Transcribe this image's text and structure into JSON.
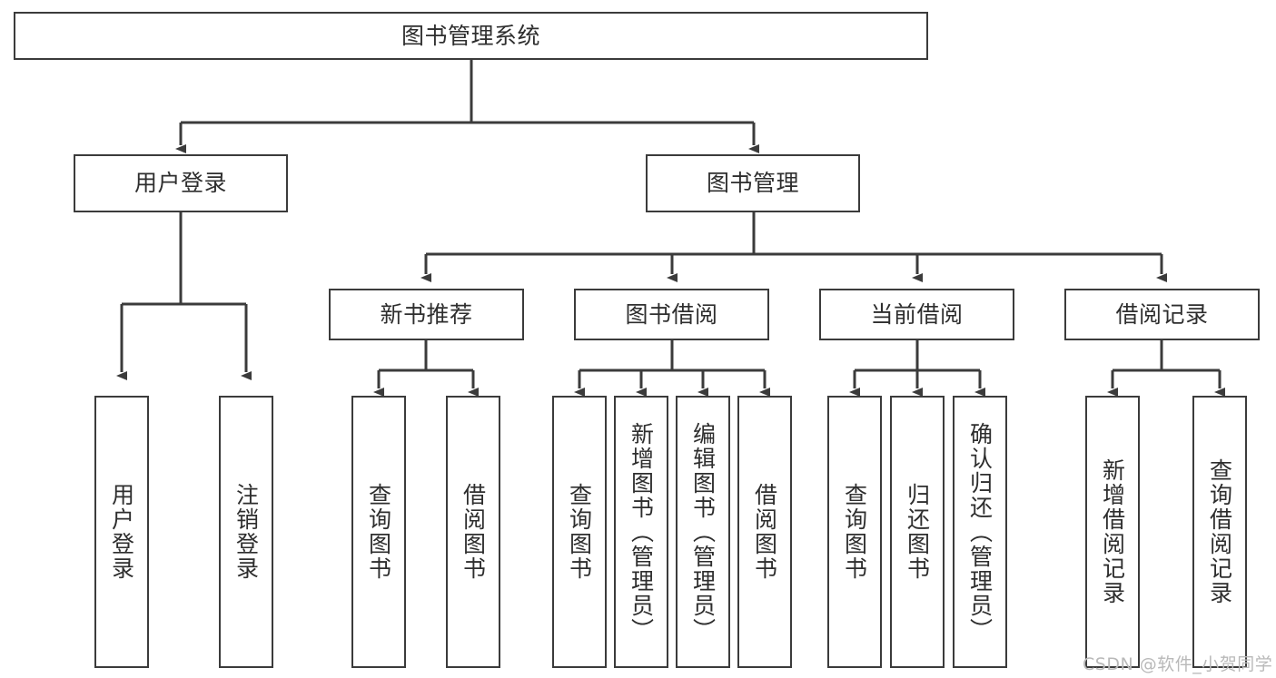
{
  "diagram": {
    "title": "图书管理系统",
    "type": "tree-structure-chart",
    "watermark": "CSDN @软件_小贺同学",
    "colors": {
      "stroke": "#3b3b3b",
      "fill": "#ffffff",
      "text": "#2e2e2e",
      "watermark": "#b9b9b9"
    }
  },
  "nodes": {
    "root": {
      "label": "图书管理系统"
    },
    "level2": [
      {
        "label": "用户登录"
      },
      {
        "label": "图书管理"
      }
    ],
    "level3": [
      {
        "label": "新书推荐"
      },
      {
        "label": "图书借阅"
      },
      {
        "label": "当前借阅"
      },
      {
        "label": "借阅记录"
      }
    ],
    "leaves_user_login": [
      {
        "label": "用户登录"
      },
      {
        "label": "注销登录"
      }
    ],
    "leaves_new_book": [
      {
        "label": "查询图书"
      },
      {
        "label": "借阅图书"
      }
    ],
    "leaves_borrow": [
      {
        "label": "查询图书"
      },
      {
        "label": "新增图书（管理员）"
      },
      {
        "label": "编辑图书（管理员）"
      },
      {
        "label": "借阅图书"
      }
    ],
    "leaves_current": [
      {
        "label": "查询图书"
      },
      {
        "label": "归还图书"
      },
      {
        "label": "确认归还（管理员）"
      }
    ],
    "leaves_records": [
      {
        "label": "新增借阅记录"
      },
      {
        "label": "查询借阅记录"
      }
    ]
  }
}
